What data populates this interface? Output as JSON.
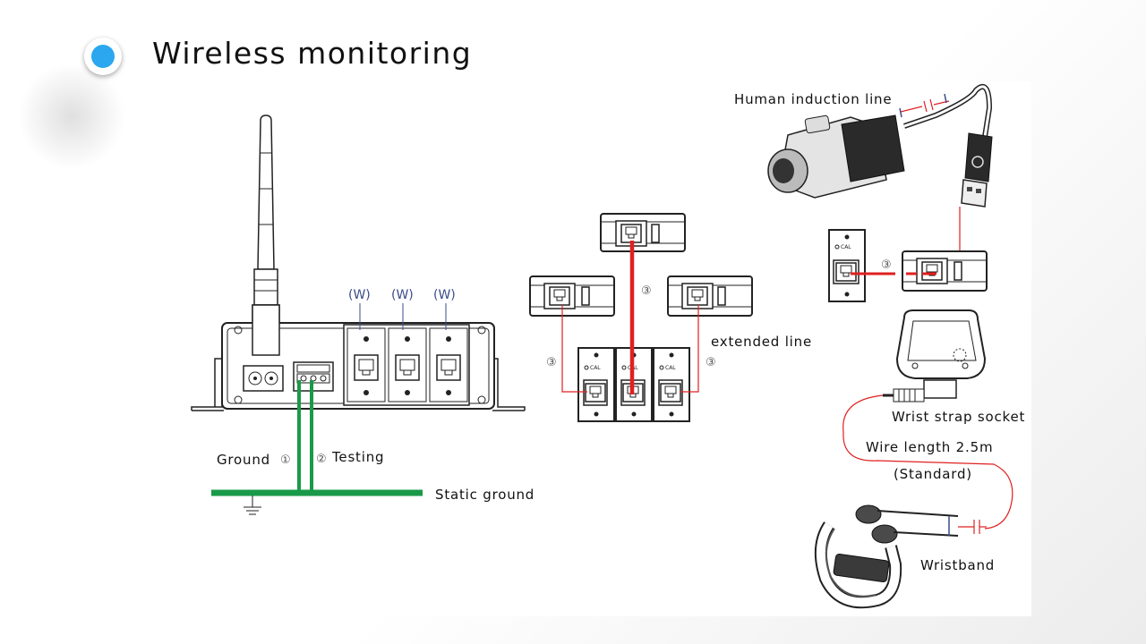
{
  "slide": {
    "title": "Wireless monitoring",
    "bullet_color": "#2aa7ee"
  },
  "diagram": {
    "labels": {
      "human_induction_line": "Human induction line",
      "extended_line": "extended line",
      "wrist_strap_socket": "Wrist strap socket",
      "wire_length": "Wire length 2.5m",
      "standard": "(Standard)",
      "wristband": "Wristband",
      "ground": "Ground",
      "testing": "Testing",
      "static_ground": "Static ground"
    },
    "port_labels": [
      "(W)",
      "(W)",
      "(W)"
    ],
    "markers": {
      "ground": "①",
      "testing": "②",
      "extended": "③"
    },
    "cal_text": "CAL",
    "colors": {
      "ground_wire": "#1a9a48",
      "signal_wire": "#e02020",
      "outline": "#222222"
    }
  }
}
